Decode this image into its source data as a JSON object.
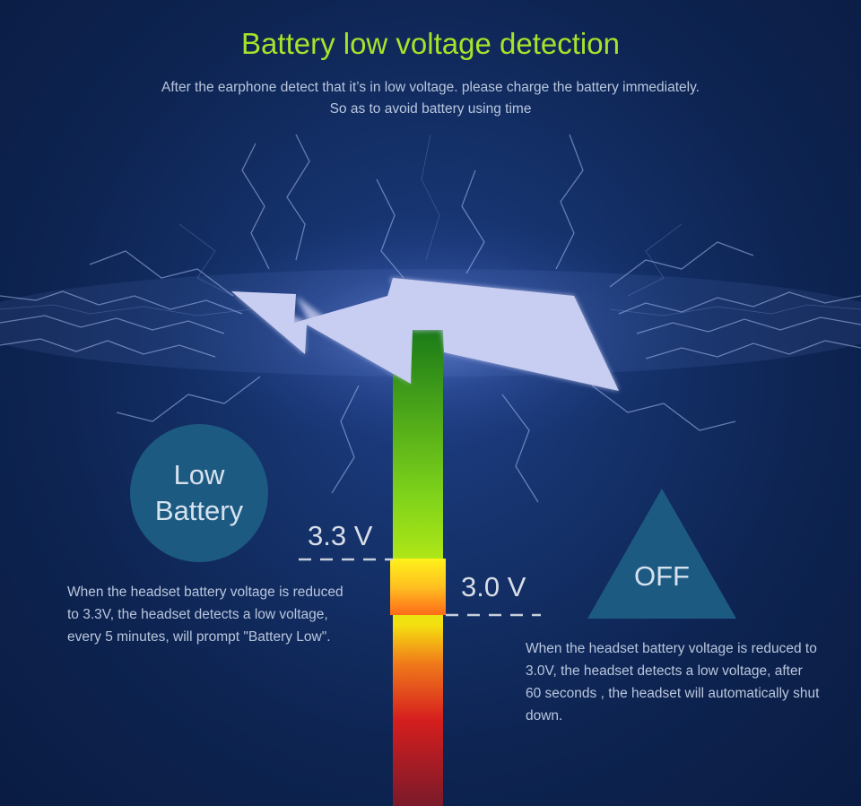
{
  "header": {
    "title": "Battery low voltage detection",
    "subtitle": "After the earphone detect that it’s in low voltage. please charge the battery immediately. So as to avoid battery using time"
  },
  "low_battery": {
    "label_line1": "Low",
    "label_line2": "Battery",
    "voltage_label": "3.3 V",
    "description": "When the headset battery voltage is reduced to 3.3V, the headset detects a low voltage, every 5 minutes, will prompt \"Battery Low\"."
  },
  "shutdown": {
    "label": "OFF",
    "voltage_label": "3.0 V",
    "description": "When the headset battery voltage is reduced to 3.0V, the headset detects a low voltage, after 60 seconds , the headset will automatically shut down."
  },
  "colors": {
    "title_green": "#a8e22a",
    "circle_fill": "#1d5a82",
    "bolt_fill": "#c8cdf2",
    "background": "#143068"
  },
  "icons": {
    "bolt": "lightning-bolt-icon"
  }
}
